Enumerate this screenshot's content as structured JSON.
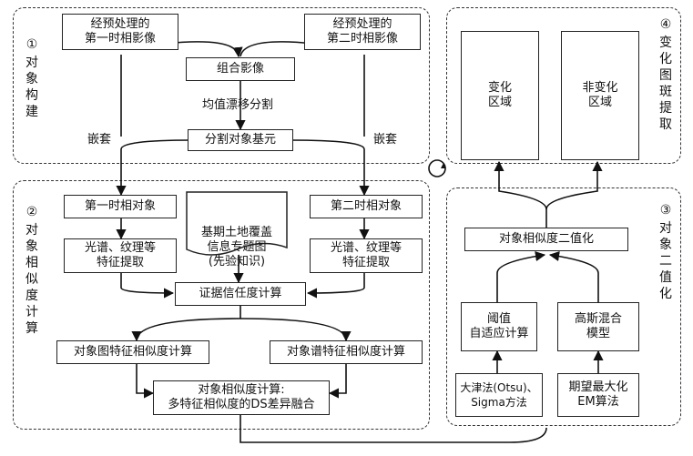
{
  "sections": {
    "s1": {
      "num": "①",
      "title": "对象构建"
    },
    "s2": {
      "num": "②",
      "title": "对象相似度计算"
    },
    "s3": {
      "num": "③",
      "title": "对象二值化"
    },
    "s4": {
      "num": "④",
      "title": "变化图斑提取"
    }
  },
  "boxes": {
    "img_t1": "经预处理的\n第一时相影像",
    "img_t2": "经预处理的\n第二时相影像",
    "combined": "组合影像",
    "seg_base": "分割对象基元",
    "obj_t1": "第一时相对象",
    "obj_t2": "第二时相对象",
    "feat_t1": "光谱、纹理等\n特征提取",
    "feat_t2": "光谱、纹理等\n特征提取",
    "prior": "基期土地覆盖\n信息专题图\n(先验知识)",
    "evidence": "证据信任度计算",
    "graph_sim": "对象图特征相似度计算",
    "spec_sim": "对象谱特征相似度计算",
    "ds_fusion": "对象相似度计算:\n多特征相似度的DS差异融合",
    "binarize": "对象相似度二值化",
    "thresh": "阈值\n自适应计算",
    "gmm": "高斯混合\n模型",
    "otsu": "大津法(Otsu)、\nSigma方法",
    "em": "期望最大化\nEM算法",
    "changed": "变化\n区域",
    "unchanged": "非变化\n区域"
  },
  "labels": {
    "meanshift": "均值漂移分割",
    "nest_left": "嵌套",
    "nest_right": "嵌套"
  },
  "icons": {
    "loop": "refresh-cycle-icon"
  }
}
